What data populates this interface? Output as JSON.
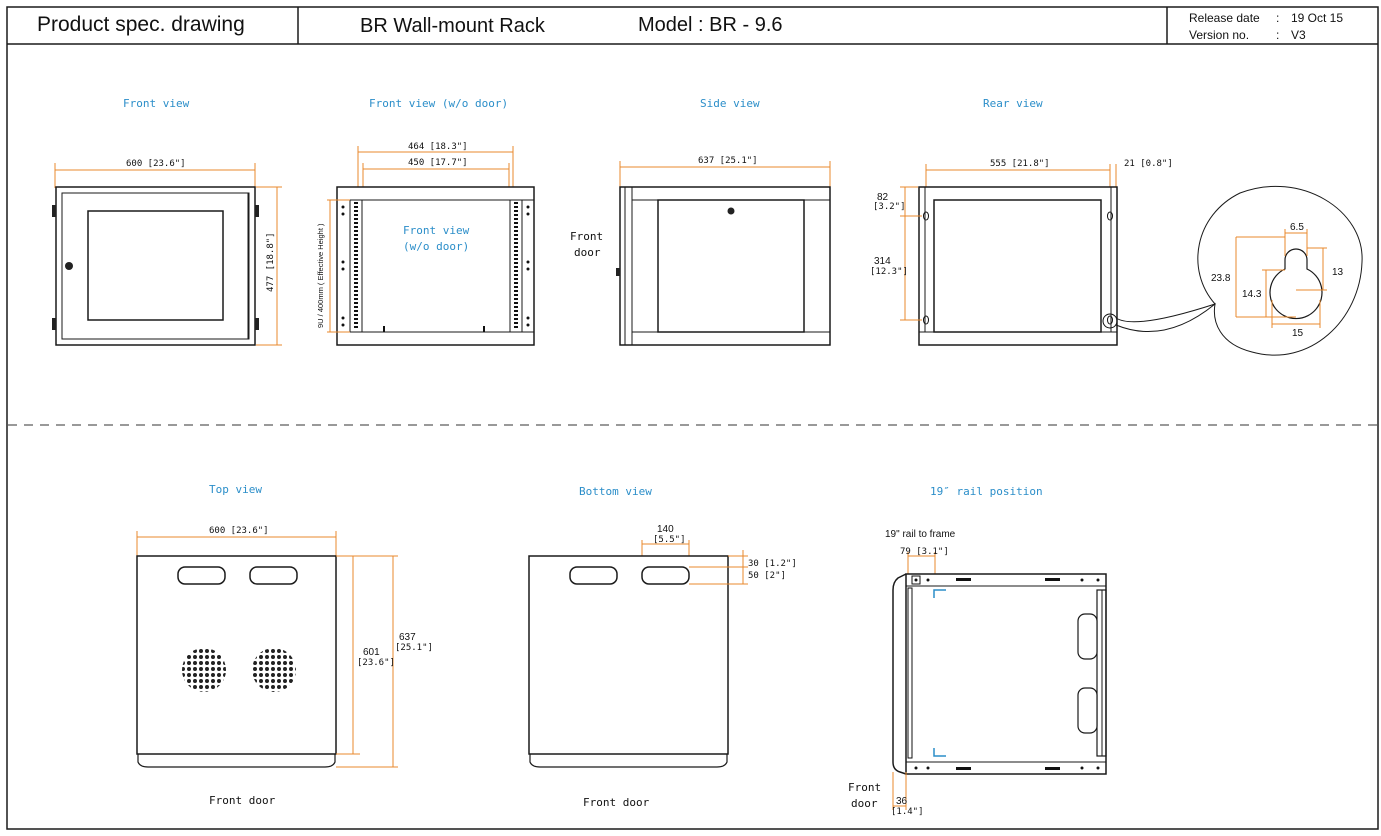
{
  "header": {
    "title": "Product spec. drawing",
    "product": "BR Wall-mount Rack",
    "model": "Model : BR - 9.6",
    "release_label": "Release date",
    "release_sep": ":",
    "release_value": "19 Oct 15",
    "version_label": "Version no.",
    "version_sep": ":",
    "version_value": "V3"
  },
  "views": {
    "front": {
      "title": "Front view",
      "width_dim": "600 [23.6\"]",
      "height_dim": "477 [18.8\"]"
    },
    "front_no_door": {
      "title": "Front view (w/o door)",
      "outer_width_dim": "464 [18.3\"]",
      "inner_width_dim": "450 [17.7\"]",
      "height_dim": "9U / 400mm ( Effective Height )",
      "inner_label_line1": "Front view",
      "inner_label_line2": "(w/o door)"
    },
    "side": {
      "title": "Side view",
      "depth_dim": "637 [25.1\"]",
      "front_label_line1": "Front",
      "front_label_line2": "door"
    },
    "rear": {
      "title": "Rear view",
      "width_dim": "555 [21.8\"]",
      "offset_dim": "21 [0.8\"]",
      "top_dim_line1": "82",
      "top_dim_line2": "[3.2\"]",
      "hole_dim_line1": "314",
      "hole_dim_line2": "[12.3\"]",
      "keyhole": {
        "d1": "6.5",
        "d2": "23.8",
        "d3": "13",
        "d4": "14.3",
        "d5": "15"
      }
    },
    "top": {
      "title": "Top view",
      "width_dim": "600 [23.6\"]",
      "depth_inner_line1": "601",
      "depth_inner_line2": "[23.6\"]",
      "depth_outer_line1": "637",
      "depth_outer_line2": "[25.1\"]",
      "front_label": "Front door"
    },
    "bottom": {
      "title": "Bottom view",
      "slot_dim_line1": "140",
      "slot_dim_line2": "[5.5\"]",
      "dim_a": "30 [1.2\"]",
      "dim_b": "50 [2\"]",
      "front_label": "Front door"
    },
    "rail": {
      "title": "19″ rail position",
      "note": "19\" rail to frame",
      "rail_dim": "79 [3.1\"]",
      "front_label_line1": "Front",
      "front_label_line2": "door",
      "door_dim_line1": "36",
      "door_dim_line2": "[1.4\"]"
    }
  },
  "colors": {
    "line": "#1a1a1a",
    "dimension": "#e8892c",
    "view_title": "#2b8ec9",
    "panel_fill": "#ffffff"
  }
}
